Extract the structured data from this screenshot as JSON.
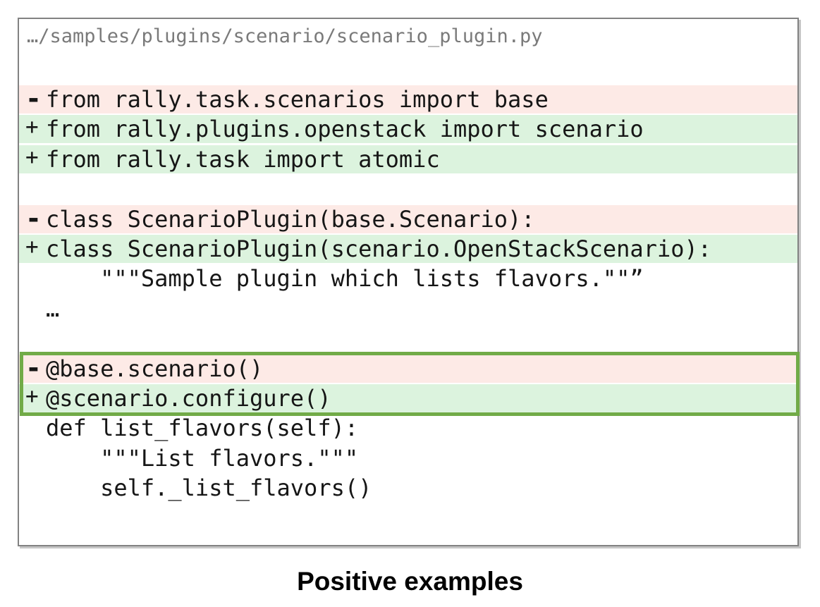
{
  "figure": {
    "file_path": "…/samples/plugins/scenario/scenario_plugin.py",
    "caption": "Positive examples"
  },
  "colors": {
    "removed_bg": "#fdeae6",
    "added_bg": "#dcf3de",
    "highlight_border": "#71ab47",
    "frame_border": "#828282",
    "path_text": "#7a7a7a",
    "code_text": "#161616",
    "caption_text": "#000000"
  },
  "diff_lines": [
    {
      "marker": "-",
      "text": "from rally.task.scenarios import base",
      "type": "removed",
      "highlighted": false
    },
    {
      "marker": "+",
      "text": "from rally.plugins.openstack import scenario",
      "type": "added",
      "highlighted": false
    },
    {
      "marker": "+",
      "text": "from rally.task import atomic",
      "type": "added",
      "highlighted": false
    },
    {
      "marker": "",
      "text": "",
      "type": "blank",
      "highlighted": false
    },
    {
      "marker": "-",
      "text": "class ScenarioPlugin(base.Scenario):",
      "type": "removed",
      "highlighted": false
    },
    {
      "marker": "+",
      "text": "class ScenarioPlugin(scenario.OpenStackScenario):",
      "type": "added",
      "highlighted": false
    },
    {
      "marker": "",
      "text": "    \"\"\"Sample plugin which lists flavors.\"\"”",
      "type": "context",
      "highlighted": false
    },
    {
      "marker": "",
      "text": "…",
      "type": "context",
      "highlighted": false
    },
    {
      "marker": "",
      "text": "",
      "type": "blank",
      "highlighted": false
    },
    {
      "marker": "-",
      "text": "@base.scenario()",
      "type": "removed",
      "highlighted": true
    },
    {
      "marker": "+",
      "text": "@scenario.configure()",
      "type": "added",
      "highlighted": true
    },
    {
      "marker": "",
      "text": "def list_flavors(self):",
      "type": "context",
      "highlighted": false
    },
    {
      "marker": "",
      "text": "    \"\"\"List flavors.\"\"\"",
      "type": "context",
      "highlighted": false
    },
    {
      "marker": "",
      "text": "    self._list_flavors()",
      "type": "context",
      "highlighted": false
    }
  ]
}
